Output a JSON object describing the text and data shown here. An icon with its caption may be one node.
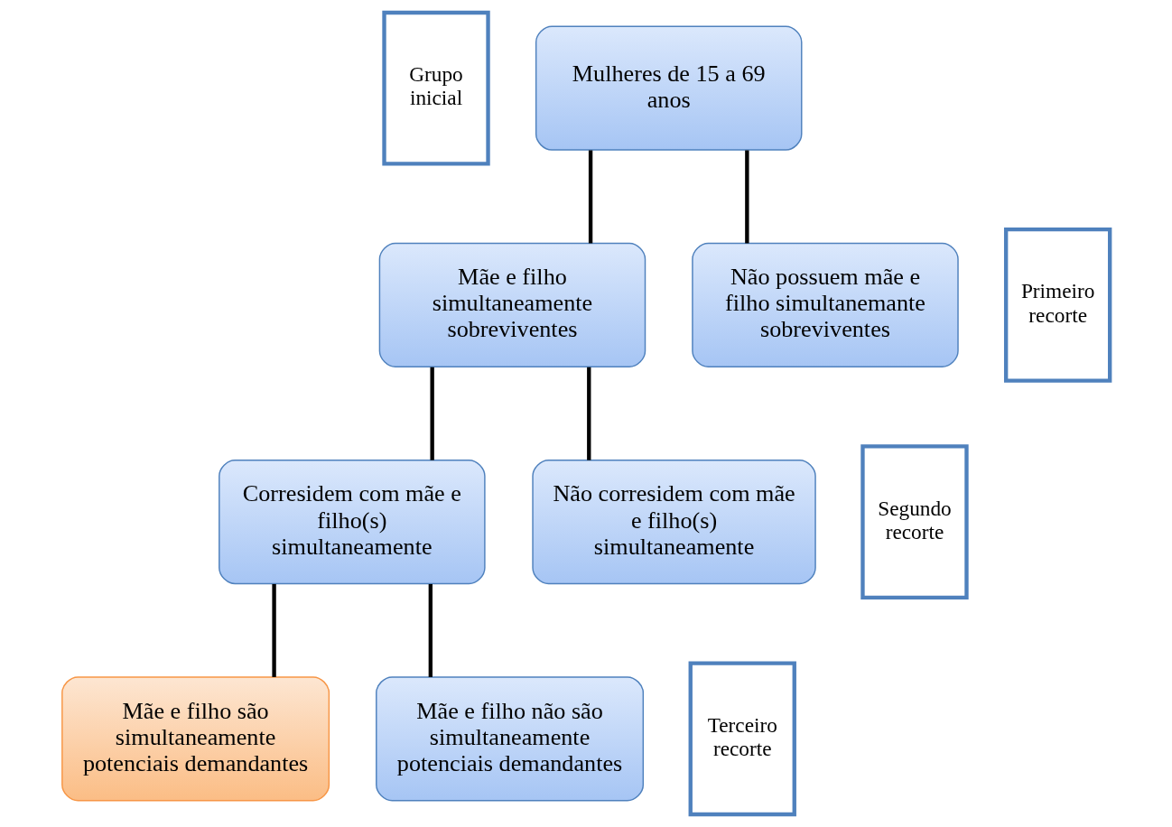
{
  "diagram": {
    "nodes": [
      {
        "text": [
          "Grupo inicial"
        ]
      },
      {
        "text": [
          "Mulheres de 15 a 69 anos"
        ]
      },
      {
        "text": [
          "Primeiro recorte"
        ]
      },
      {
        "text": [
          "Mãe e filho simultaneamente sobreviventes"
        ]
      },
      {
        "text": [
          "Não possuem mãe e filho simultanemante sobreviventes"
        ]
      },
      {
        "text": [
          "Segundo recorte"
        ]
      },
      {
        "text": [
          "Corresidem com mãe e filho(s) simultaneamente"
        ]
      },
      {
        "text": [
          "Não corresidem com mãe e filho(s) simultaneamente"
        ]
      },
      {
        "text": [
          "Terceiro recorte"
        ]
      },
      {
        "text": [
          "Mãe e filho são simultaneamente potenciais demandantes"
        ]
      },
      {
        "text": [
          "Mãe e filho não são simultaneamente potenciais demandantes"
        ]
      }
    ],
    "edges": [
      {
        "from": 1,
        "to": 3,
        "arrow": "none"
      },
      {
        "from": 1,
        "to": 4,
        "arrow": "none"
      },
      {
        "from": 3,
        "to": 6,
        "arrow": "none"
      },
      {
        "from": 3,
        "to": 7,
        "arrow": "none"
      },
      {
        "from": 6,
        "to": 9,
        "arrow": "none"
      },
      {
        "from": 6,
        "to": 10,
        "arrow": "none"
      }
    ]
  }
}
